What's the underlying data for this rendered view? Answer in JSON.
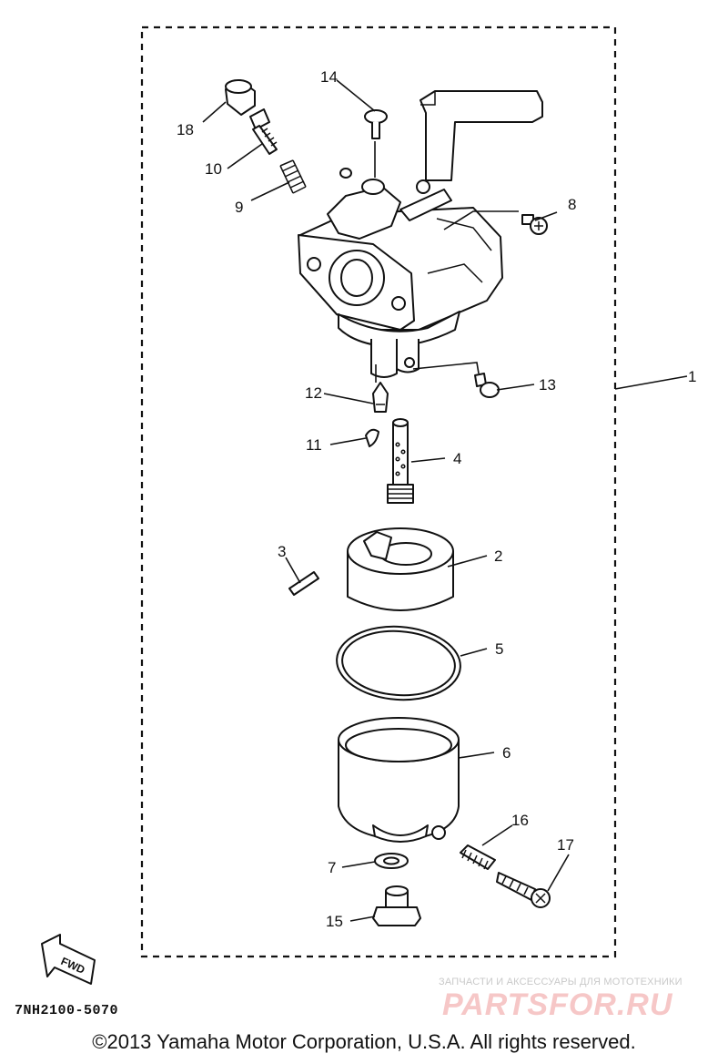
{
  "diagram": {
    "part_labels": [
      "1",
      "2",
      "3",
      "4",
      "5",
      "6",
      "7",
      "8",
      "9",
      "10",
      "11",
      "12",
      "13",
      "14",
      "15",
      "16",
      "17",
      "18"
    ],
    "fwd_label": "FWD",
    "reference_code": "7NH2100-5070",
    "copyright": "©2013 Yamaha Motor Corporation, U.S.A. All rights reserved."
  },
  "watermark": {
    "tagline": "ЗАПЧАСТИ И АКСЕССУАРЫ ДЛЯ МОТОТЕХНИКИ",
    "brand": "PARTSFOR.RU"
  }
}
